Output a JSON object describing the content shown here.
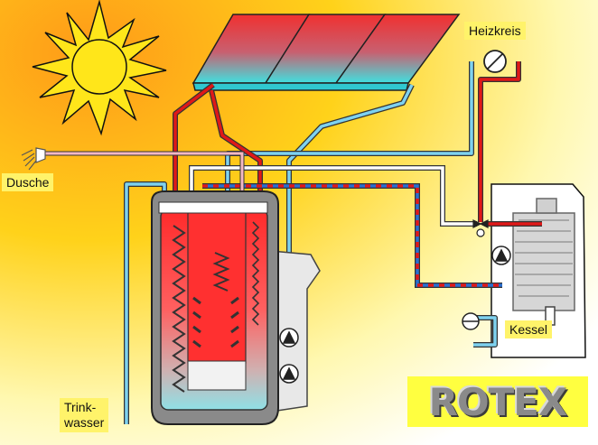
{
  "labels": {
    "shower": "Dusche",
    "heating_circuit": "Heizkreis",
    "boiler": "Kessel",
    "drinking_water": "Trink-\nwasser"
  },
  "logo": {
    "text": "ROTEX"
  },
  "colors": {
    "hot": "#e01818",
    "cold": "#7ed2f0",
    "label_bg": "#fff36a",
    "logo_bg": "#ffff40",
    "logo_text": "#8a8a8a"
  }
}
